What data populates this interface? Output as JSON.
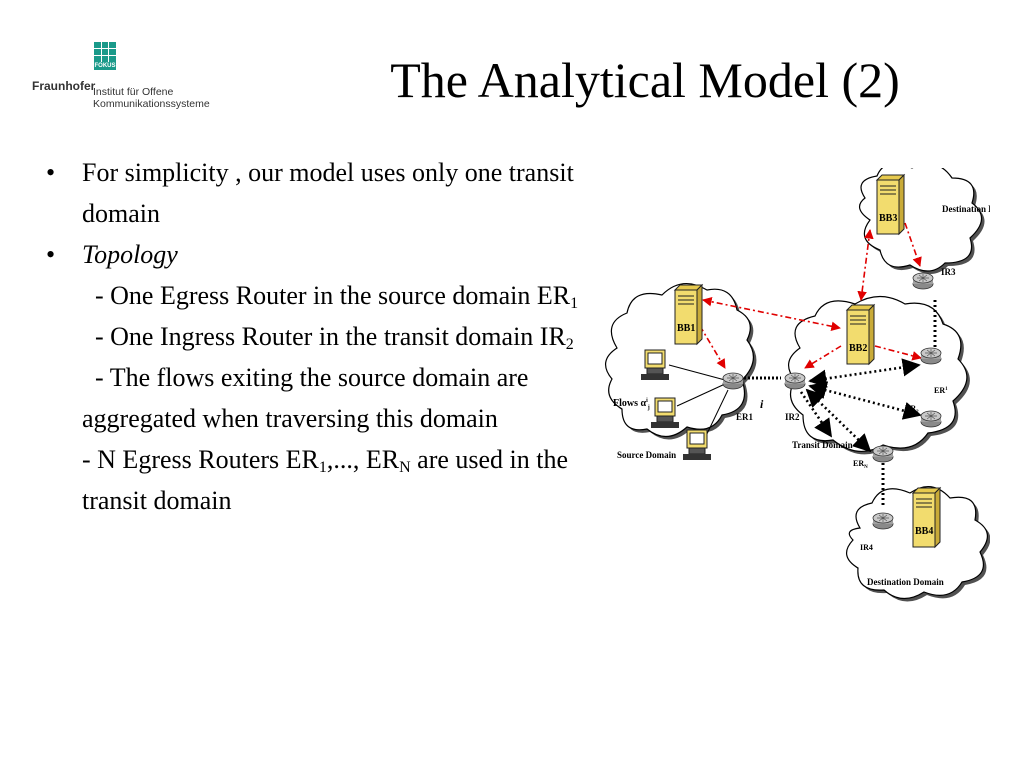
{
  "logo": {
    "badge": "FOKUS",
    "brand": "Fraunhofer",
    "institute_line1": "Institut für Offene",
    "institute_line2": "Kommunikationssysteme",
    "colors": {
      "accent": "#1a9a8a"
    }
  },
  "title": "The Analytical Model (2)",
  "bullets": [
    {
      "text": "For simplicity , our model uses only one transit domain"
    },
    {
      "text": "Topology"
    }
  ],
  "subitems": [
    {
      "part1": "- One Egress Router in the source domain ER",
      "sub1": "1"
    },
    {
      "part1": "- One Ingress Router in the transit domain IR",
      "sub1": "2"
    },
    {
      "part1": "- The flows exiting the source domain are aggregated when traversing this domain"
    },
    {
      "part1": "- N Egress Routers ER",
      "sub1": "1",
      "part2": ",..., ER",
      "sub2": "N",
      "part3": " are used in the transit domain"
    }
  ],
  "diagram": {
    "labels": {
      "bb1": "BB1",
      "bb2": "BB2",
      "bb3": "BB3",
      "bb4": "BB4",
      "destination_top": "Destination Domain",
      "destination_bottom": "Destination Domain",
      "source_domain": "Source Domain",
      "transit_domain": "Transit Domain",
      "flows": "Flows α",
      "flows_sup": "i",
      "flows_sub": "j",
      "ir3": "IR3",
      "ir4": "IR4",
      "ir2": "IR2",
      "er1": "ER1",
      "er_top": "ER",
      "er_top_sub": "1",
      "er_mid": "ER",
      "er_mid_sub": "2",
      "er_n": "ER",
      "er_n_sub": "N",
      "link_i": "i"
    },
    "colors": {
      "signal": "#e00000",
      "ink": "#000000",
      "server": "#f2dc6e"
    }
  }
}
